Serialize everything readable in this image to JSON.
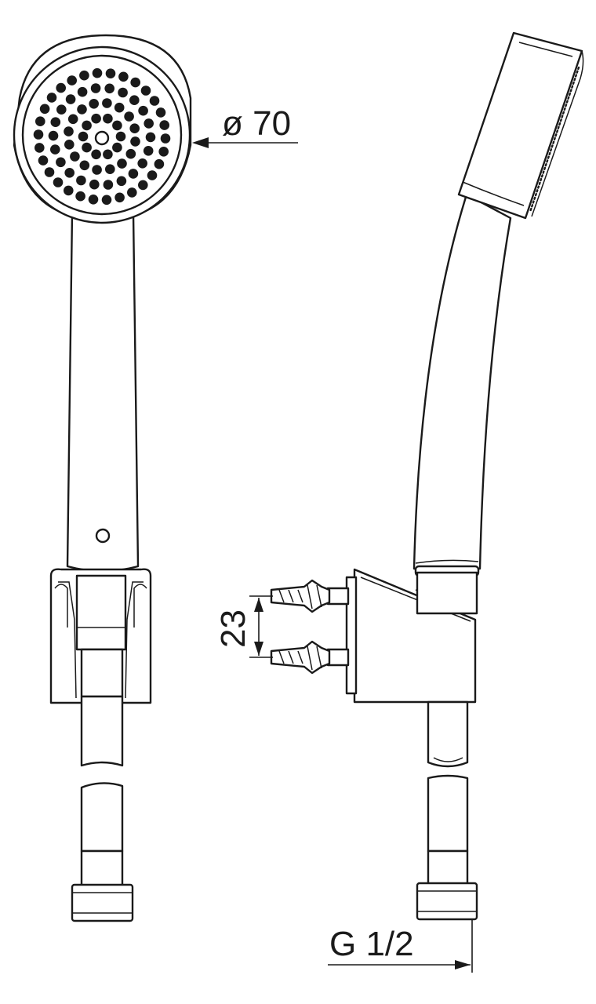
{
  "dimensions": {
    "head_diameter": "ø 70",
    "hole_spacing": "23",
    "thread": "G 1/2"
  },
  "colors": {
    "line": "#1a1a1a",
    "background": "#ffffff"
  }
}
